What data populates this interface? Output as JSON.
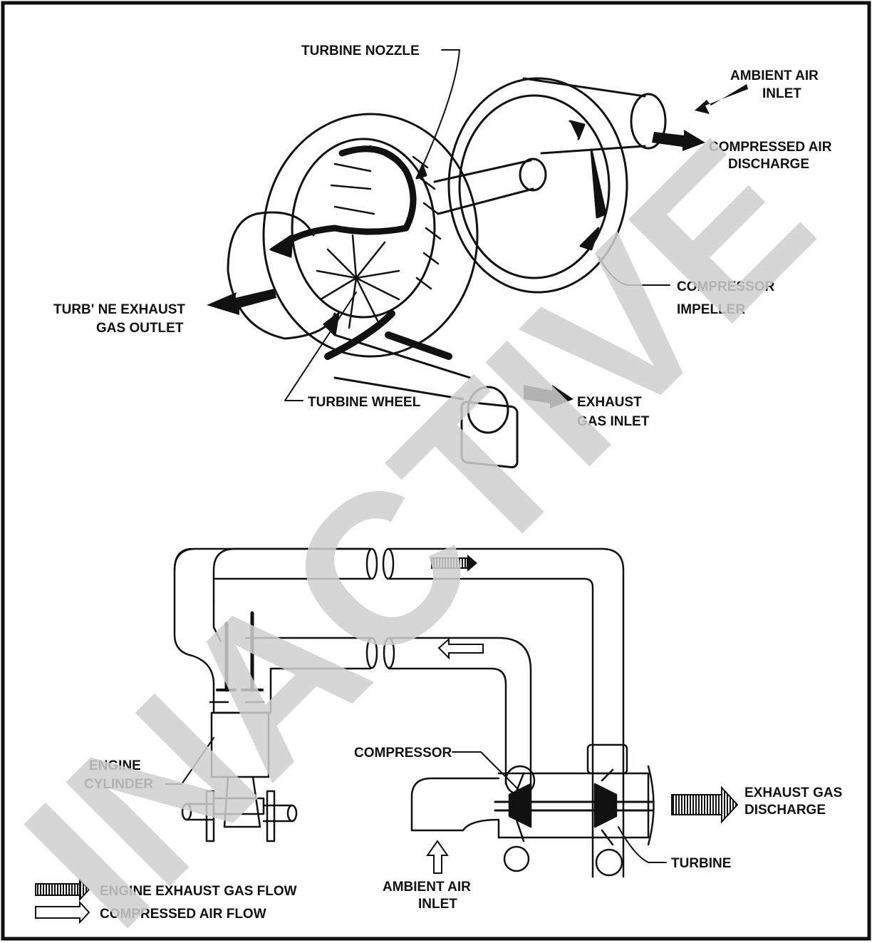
{
  "watermark": "INACTIVE",
  "top_figure": {
    "labels": {
      "turbine_nozzle": "TURBINE NOZZLE",
      "ambient_air_inlet_1": "AMBIENT AIR",
      "ambient_air_inlet_2": "INLET",
      "compressed_air_discharge_1": "COMPRESSED AIR",
      "compressed_air_discharge_2": "DISCHARGE",
      "compressor_impeller_1": "COMPRESSOR",
      "compressor_impeller_2": "IMPELLER",
      "turbine_exhaust_1": "TURB' NE EXHAUST",
      "turbine_exhaust_2": "GAS OUTLET",
      "turbine_wheel": "TURBINE WHEEL",
      "exhaust_gas_inlet_1": "EXHAUST",
      "exhaust_gas_inlet_2": "GAS INLET"
    }
  },
  "bottom_figure": {
    "labels": {
      "compressor": "COMPRESSOR",
      "engine_cylinder_1": "ENGINE",
      "engine_cylinder_2": "CYLINDER",
      "exhaust_gas_discharge_1": "EXHAUST GAS",
      "exhaust_gas_discharge_2": "DISCHARGE",
      "turbine": "TURBINE",
      "ambient_air_inlet_1": "AMBIENT AIR",
      "ambient_air_inlet_2": "INLET"
    },
    "legend": {
      "exhaust_gas_flow": "ENGINE EXHAUST GAS FLOW",
      "compressed_air_flow": "COMPRESSED AIR FLOW"
    }
  }
}
